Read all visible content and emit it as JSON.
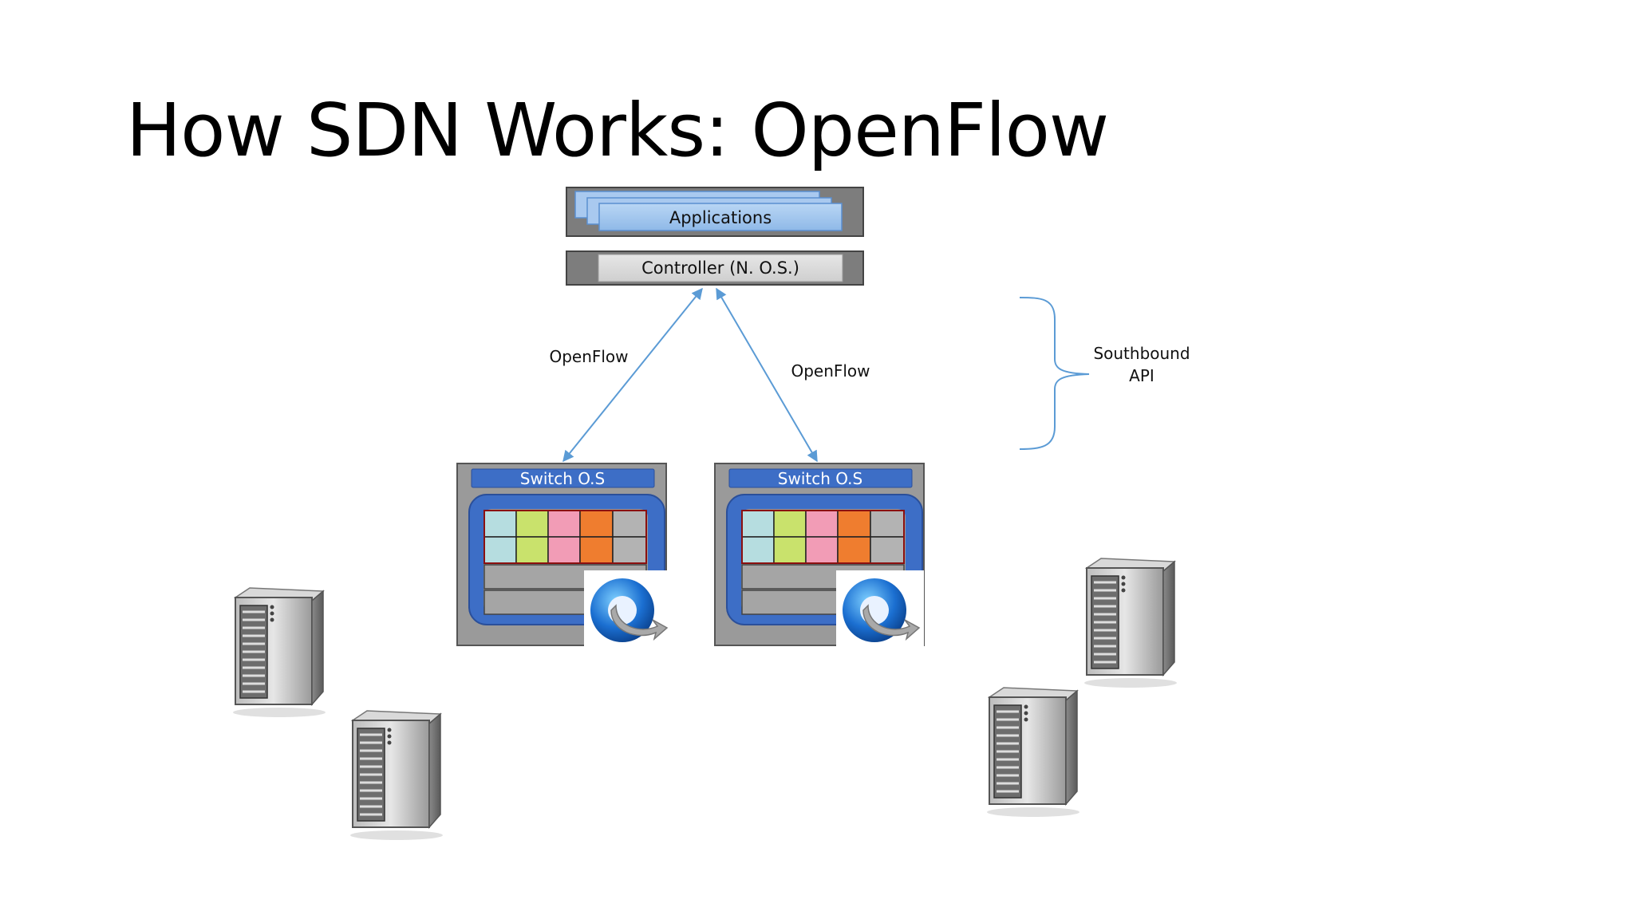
{
  "slide": {
    "title": "How SDN Works: OpenFlow"
  },
  "diagram": {
    "applications_label": "Applications",
    "controller_label": "Controller (N. O.S.)",
    "left_link_label": "OpenFlow",
    "right_link_label": "OpenFlow",
    "southbound_label_line1": "Southbound",
    "southbound_label_line2": "API",
    "switches": [
      {
        "label": "Switch O.S"
      },
      {
        "label": "Switch O.S"
      }
    ],
    "servers_count_label": "",
    "colors": {
      "arrow": "#5b9bd5",
      "brace": "#5b9bd5",
      "switch_os_bar": "#3d6ec6",
      "table_outline": "#3a60c0",
      "cell_cyan": "#b6dde0",
      "cell_lime": "#c9e26c",
      "cell_pink": "#f29cb6",
      "cell_orange": "#ef7d2f",
      "cell_gray": "#b3b3b3",
      "panel_gray": "#9a9a9a"
    },
    "icons": [
      "server-icon",
      "openflow-logo-icon"
    ]
  }
}
